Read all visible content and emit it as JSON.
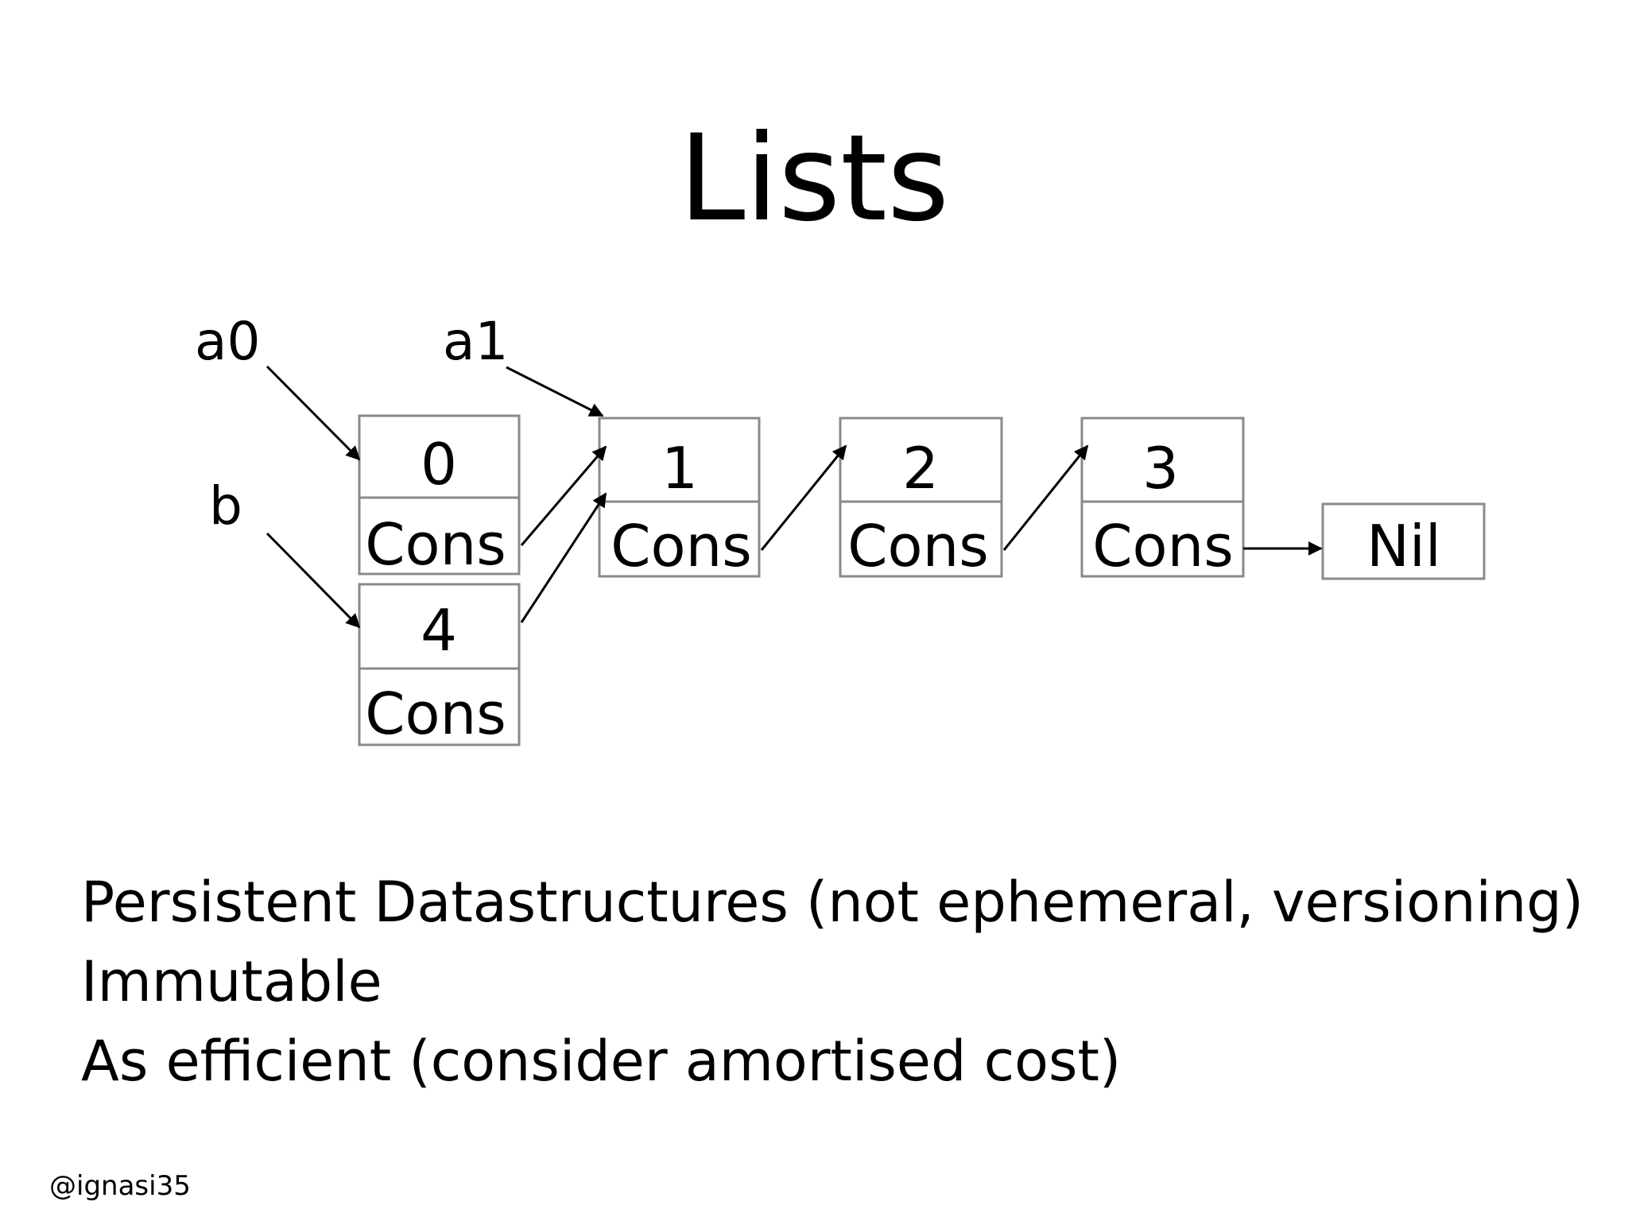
{
  "slide": {
    "title": "Lists",
    "author": "@ignasi35"
  },
  "diagram": {
    "variables": {
      "a0": "a0",
      "a1": "a1",
      "b": "b"
    },
    "nodes": {
      "n0": {
        "value": "0",
        "kind": "Cons"
      },
      "n1": {
        "value": "1",
        "kind": "Cons"
      },
      "n2": {
        "value": "2",
        "kind": "Cons"
      },
      "n3": {
        "value": "3",
        "kind": "Cons"
      },
      "n4": {
        "value": "4",
        "kind": "Cons"
      },
      "nil": {
        "kind": "Nil"
      }
    }
  },
  "bullets": [
    "Persistent Datastructures (not ephemeral, versioning)",
    "Immutable",
    "As efficient (consider amortised cost)"
  ]
}
